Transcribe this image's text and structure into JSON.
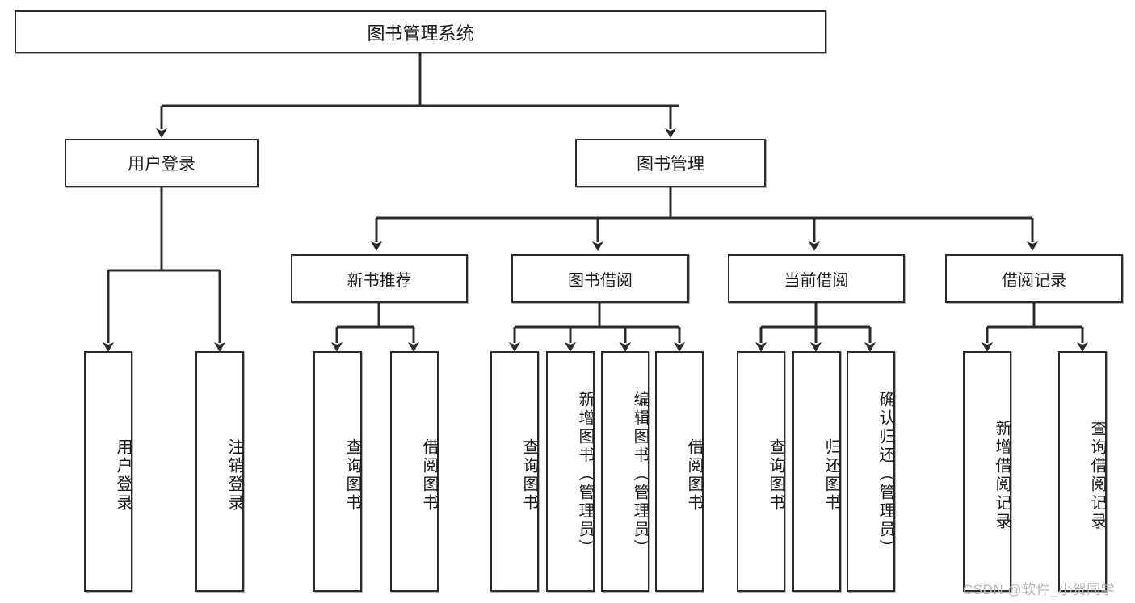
{
  "diagram": {
    "title_node": {
      "label": "图书管理系统"
    },
    "level2": [
      {
        "id": "user-login",
        "label": "用户登录"
      },
      {
        "id": "book-manage",
        "label": "图书管理"
      }
    ],
    "level3": [
      {
        "id": "new-book-recommend",
        "label": "新书推荐"
      },
      {
        "id": "book-borrow",
        "label": "图书借阅"
      },
      {
        "id": "current-borrow",
        "label": "当前借阅"
      },
      {
        "id": "borrow-record",
        "label": "借阅记录"
      }
    ],
    "leaves": {
      "user_login": [
        {
          "id": "leaf-user-login",
          "label": "用户登录"
        },
        {
          "id": "leaf-logout-login",
          "label": "注销登录"
        }
      ],
      "new_book_recommend": [
        {
          "id": "leaf-query-book-1",
          "label": "查询图书"
        },
        {
          "id": "leaf-borrow-book-1",
          "label": "借阅图书"
        }
      ],
      "book_borrow": [
        {
          "id": "leaf-query-book-2",
          "label": "查询图书"
        },
        {
          "id": "leaf-add-book-admin",
          "label": "新增图书（管理员）"
        },
        {
          "id": "leaf-edit-book-admin",
          "label": "编辑图书（管理员）"
        },
        {
          "id": "leaf-borrow-book-2",
          "label": "借阅图书"
        }
      ],
      "current_borrow": [
        {
          "id": "leaf-query-book-3",
          "label": "查询图书"
        },
        {
          "id": "leaf-return-book",
          "label": "归还图书"
        },
        {
          "id": "leaf-confirm-return-admin",
          "label": "确认归还（管理员）"
        }
      ],
      "borrow_record": [
        {
          "id": "leaf-add-borrow-record",
          "label": "新增借阅记录"
        },
        {
          "id": "leaf-query-borrow-record",
          "label": "查询借阅记录"
        }
      ]
    },
    "watermark": {
      "text": "CSDN @软件_小贺同学"
    },
    "colors": {
      "stroke": "#2b2b2b",
      "fill": "#ffffff",
      "text": "#1a1a1a",
      "watermark": "#b8b8b8"
    }
  }
}
